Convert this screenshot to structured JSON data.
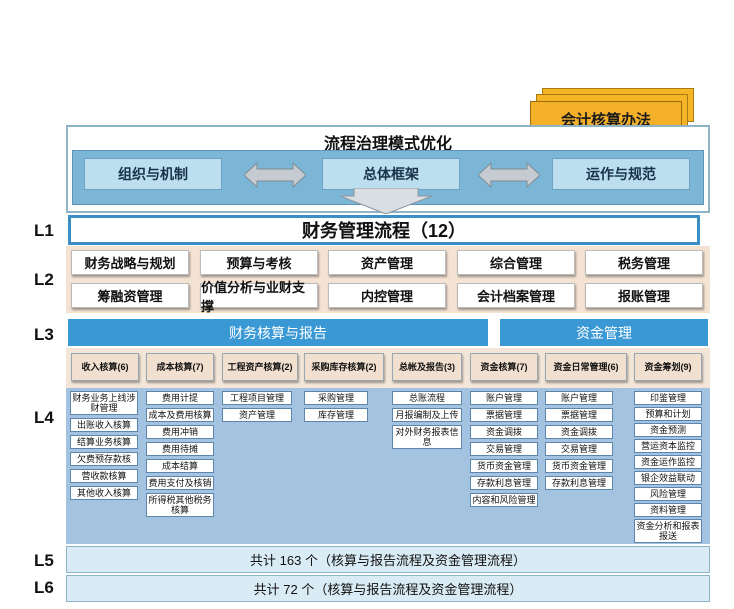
{
  "tag": {
    "label": "会计核算办法"
  },
  "governance": {
    "title": "流程治理模式优化",
    "left": "组织与机制",
    "center": "总体框架",
    "right": "运作与规范"
  },
  "levels": {
    "l1": "L1",
    "l2": "L2",
    "l3": "L3",
    "l4": "L4",
    "l5": "L5",
    "l6": "L6"
  },
  "l1": {
    "title": "财务管理流程（12）"
  },
  "l2": {
    "row1": [
      "财务战略与规划",
      "预算与考核",
      "资产管理",
      "综合管理",
      "税务管理"
    ],
    "row2": [
      "筹融资管理",
      "价值分析与业财支撑",
      "内控管理",
      "会计档案管理",
      "报账管理"
    ]
  },
  "l3": {
    "left": "财务核算与报告",
    "right": "资金管理"
  },
  "l4": {
    "columns": [
      {
        "header": "收入核算(6)",
        "items": [
          "财务业务上线涉财管理",
          "出账收入核算",
          "结算业务核算",
          "欠费预存款核",
          "营收款核算",
          "其他收入核算"
        ]
      },
      {
        "header": "成本核算(7)",
        "items": [
          "费用计提",
          "成本及费用核算",
          "费用冲销",
          "费用待摊",
          "成本结算",
          "费用支付及核销",
          "所得税其他税务核算"
        ]
      },
      {
        "header": "工程资产核算(2)",
        "items": [
          "工程项目管理",
          "资产管理"
        ]
      },
      {
        "header": "采购库存核算(2)",
        "items": [
          "采购管理",
          "库存管理"
        ]
      },
      {
        "header": "总帐及报告(3)",
        "items": [
          "总账流程",
          "月报编制及上传",
          "对外财务报表信息"
        ]
      },
      {
        "header": "资金核算(7)",
        "items": [
          "账户管理",
          "票据管理",
          "资金调拨",
          "交易管理",
          "货币资金管理",
          "存款利息管理",
          "内容和风险管理"
        ]
      },
      {
        "header": "资金日常管理(6)",
        "items": [
          "账户管理",
          "票据管理",
          "资金调拨",
          "交易管理",
          "货币资金管理",
          "存款利息管理"
        ]
      },
      {
        "header": "资金筹划(9)",
        "items": [
          "印鉴管理",
          "预算和计划",
          "资金预测",
          "营运资本监控",
          "资金运作监控",
          "银企效益联动",
          "风险管理",
          "资料管理",
          "资金分析和报表报送"
        ]
      }
    ]
  },
  "l5": {
    "text": "共计 163 个（核算与报告流程及资金管理流程）"
  },
  "l6": {
    "text": "共计 72 个（核算与报告流程及资金管理流程）"
  }
}
